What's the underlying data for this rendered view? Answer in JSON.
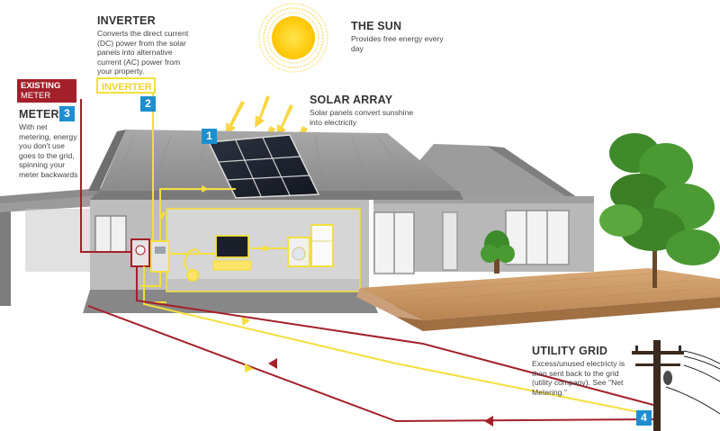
{
  "steps": [
    {
      "number": "1",
      "title": "SOLAR ARRAY",
      "description": "Solar panels convert sunshine into electricity"
    },
    {
      "number": "2",
      "title": "INVERTER",
      "description": "Converts the direct current (DC) power from the solar panels into alternative current (AC) power from your property."
    },
    {
      "number": "3",
      "title": "METER",
      "description": "With net metering, energy you don't use goes to the grid, spinning your meter backwards"
    },
    {
      "number": "4",
      "title": "UTILITY GRID",
      "description": "Excess/unused electricty is then sent back to the grid (utility company). See \"Net Metering.\""
    }
  ],
  "sun": {
    "title": "THE SUN",
    "description": "Provides free energy every day"
  },
  "tags": {
    "inverter": "INVERTER",
    "existing_meter_line1": "EXISTING",
    "existing_meter_line2": "METER"
  },
  "colors": {
    "accent_blue": "#1d8fd0",
    "dc_yellow": "#f3df3c",
    "meter_red": "#a3202a",
    "grid_line_dark": "#7a1a22",
    "sun_yellow": "#ffd21e"
  }
}
